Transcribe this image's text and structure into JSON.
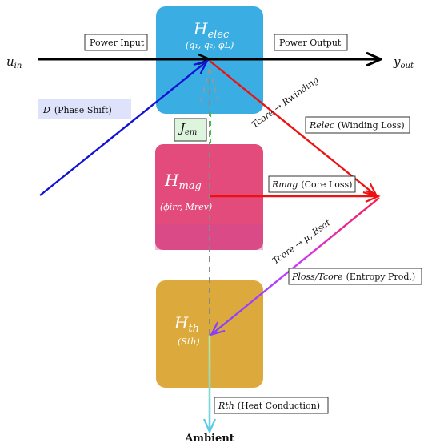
{
  "blocks": {
    "elec": {
      "title": "H",
      "title_sub": "elec",
      "state": "(q₁, q₂, ϕL)",
      "color": "#3aaee3"
    },
    "mag": {
      "title": "H",
      "title_sub": "mag",
      "state": "(ϕirr, Mrev)",
      "color": "#e34b7d"
    },
    "th": {
      "title": "H",
      "title_sub": "th",
      "state": "(Sth)",
      "color": "#dcaa3c"
    }
  },
  "signals": {
    "u_in": "u",
    "u_in_sub": "in",
    "y_out": "y",
    "y_out_sub": "out",
    "power_input": "Power Input",
    "power_output": "Power Output",
    "phase_shift_sym": "D",
    "phase_shift_text": "(Phase Shift)",
    "j_em": "J",
    "j_em_sub": "em",
    "ambient": "Ambient"
  },
  "edge_labels": {
    "r_elec": "Relec",
    "r_elec_text": "(Winding Loss)",
    "r_mag": "Rmag",
    "r_mag_text": "(Core Loss)",
    "r_th": "Rth",
    "r_th_text": "(Heat Conduction)",
    "entropy": "Ploss/Tcore",
    "entropy_text": "(Entropy Prod.)",
    "t_core_winding": "Tcore → Rwinding",
    "t_core_mu": "Tcore → μ, Bsat"
  },
  "colors": {
    "power_line": "#000000",
    "phase_line": "#1212d6",
    "loss_line": "#ee1111",
    "entropy_line": "#b026ff",
    "heat_line": "#7ed6ee",
    "jem_box_fill": "#ddf5dd",
    "jem_dash": "#33cc33",
    "phase_label_fill": "#dfe2fb"
  }
}
